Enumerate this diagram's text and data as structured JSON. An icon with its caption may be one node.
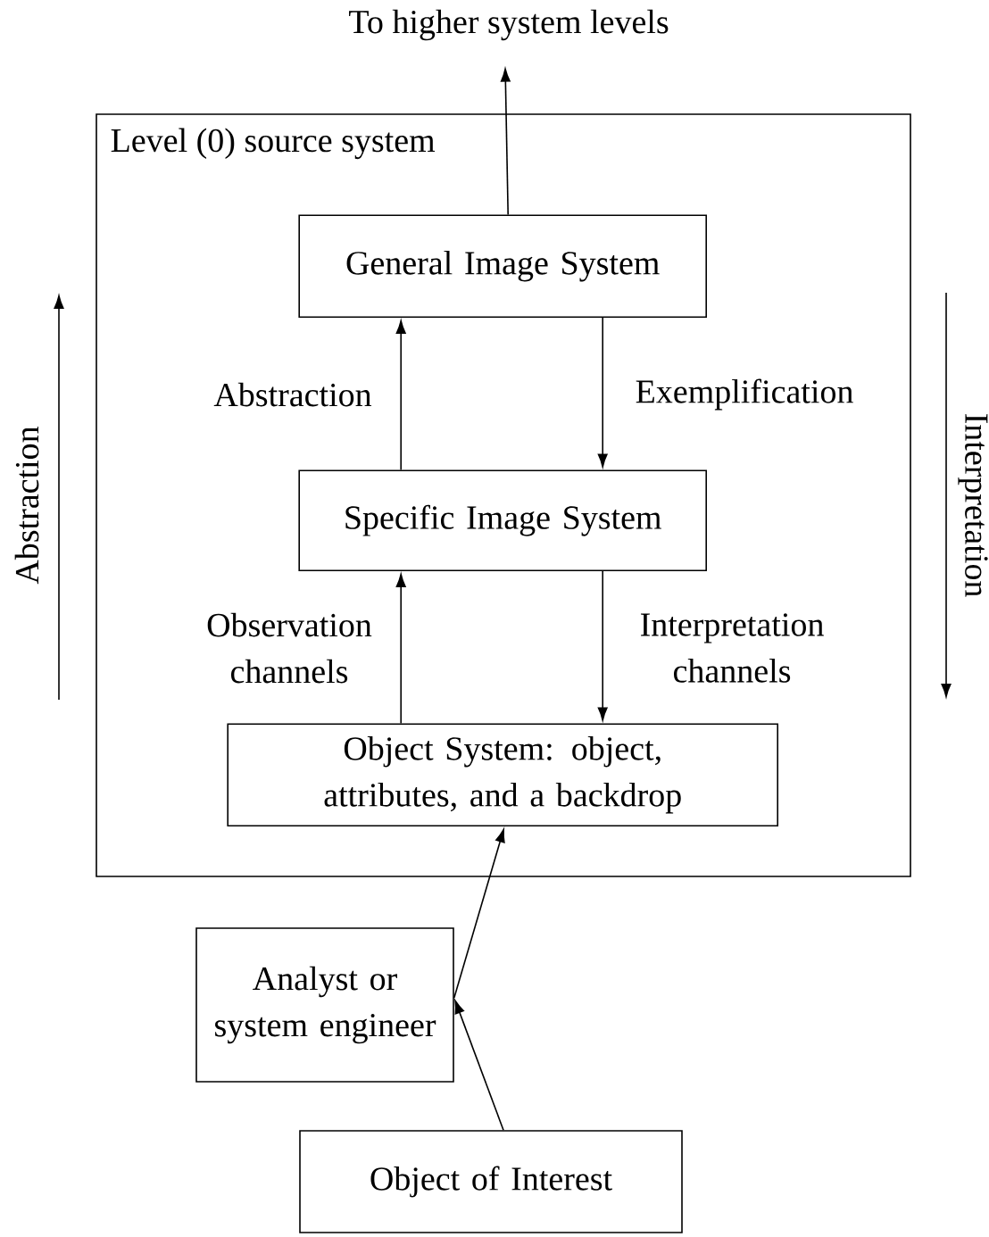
{
  "diagram": {
    "nodes": [
      {
        "text": [
          "Level (0) source system"
        ]
      },
      {
        "text": [
          "General Image System"
        ],
        "in": 0
      },
      {
        "text": [
          "Specific Image System"
        ],
        "in": 0
      },
      {
        "text": [
          "Object System: object, attributes, and a backdrop"
        ],
        "in": 0
      },
      {
        "text": [
          "Analyst or system engineer"
        ]
      },
      {
        "text": [
          "Object of Interest"
        ]
      },
      {
        "text": [
          "To higher system levels"
        ]
      }
    ],
    "edges": [
      {
        "from": 1,
        "to": 6,
        "arrow": "to"
      },
      {
        "from": 2,
        "to": 1,
        "arrow": "to",
        "label": "Abstraction"
      },
      {
        "from": 1,
        "to": 2,
        "arrow": "to",
        "label": "Exemplification"
      },
      {
        "from": 3,
        "to": 2,
        "arrow": "to",
        "label": "Observation channels"
      },
      {
        "from": 2,
        "to": 3,
        "arrow": "to",
        "label": "Interpretation channels"
      },
      {
        "from": 5,
        "to": 4,
        "arrow": "to"
      },
      {
        "from": 4,
        "to": 3,
        "arrow": "to"
      }
    ],
    "labels": [
      "Abstraction",
      "Interpretation"
    ]
  }
}
